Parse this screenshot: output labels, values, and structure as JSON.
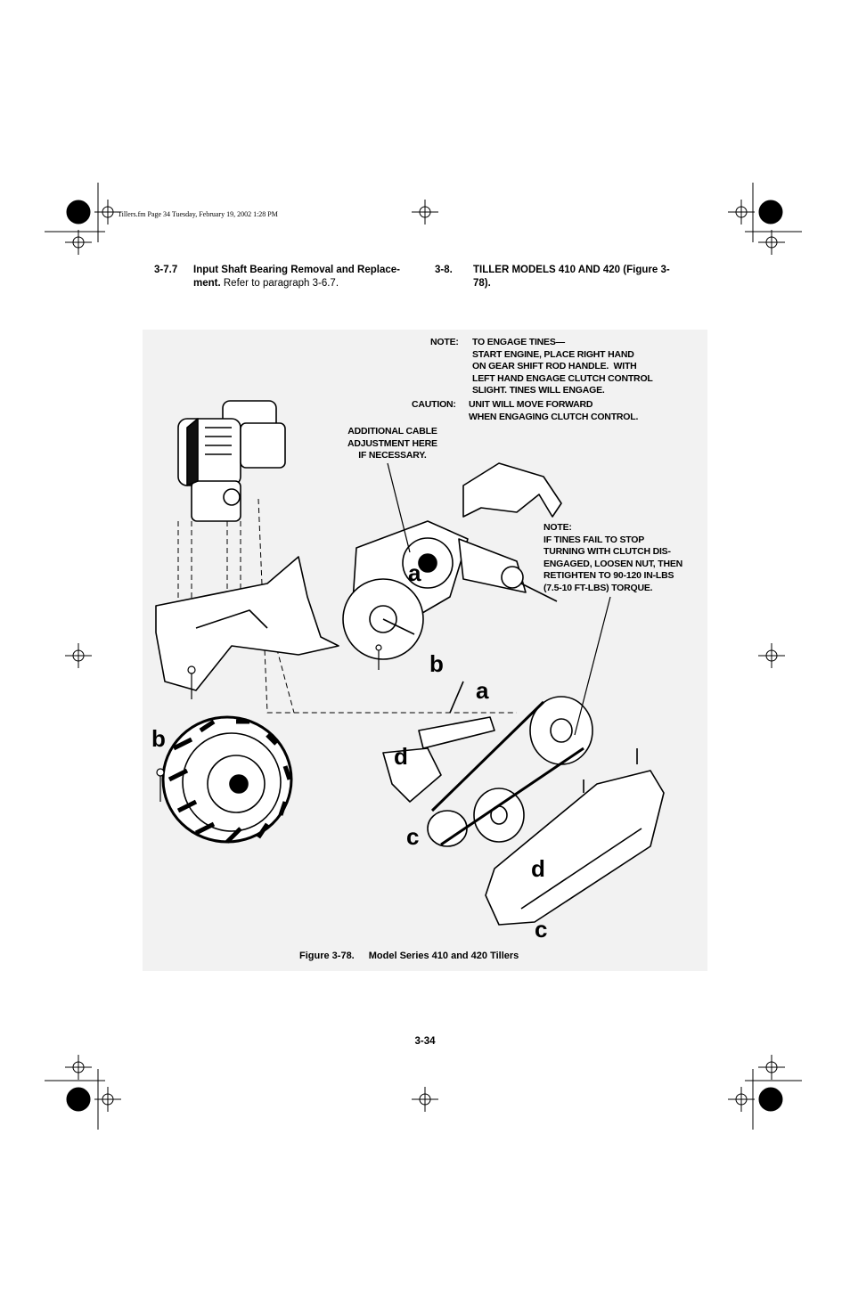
{
  "print_header": "Tillers.fm  Page 34  Tuesday, February 19, 2002  1:28 PM",
  "left_section": {
    "number": "3-7.7",
    "title_line1": "Input Shaft Bearing Removal and Replace-",
    "title_line2": "ment.",
    "body": "Refer to paragraph 3-6.7."
  },
  "right_section": {
    "number": "3-8.",
    "title_line1": "TILLER MODELS 410 AND 420 (Figure 3-",
    "title_line2": "78)."
  },
  "figure": {
    "note_label": "NOTE:",
    "note_lines": [
      "TO ENGAGE TINES—",
      "START ENGINE, PLACE RIGHT HAND",
      "ON GEAR SHIFT ROD HANDLE.  WITH",
      "LEFT HAND ENGAGE CLUTCH CONTROL",
      "SLIGHT. TINES WILL ENGAGE."
    ],
    "caution_label": "CAUTION:",
    "caution_lines": [
      "UNIT WILL MOVE FORWARD",
      "WHEN ENGAGING CLUTCH CONTROL."
    ],
    "cable_note_lines": [
      "ADDITIONAL CABLE",
      "ADJUSTMENT HERE",
      "IF NECESSARY."
    ],
    "tines_note_lines": [
      "NOTE:",
      "IF TINES FAIL TO STOP",
      "TURNING WITH CLUTCH DIS-",
      "ENGAGED, LOOSEN NUT, THEN",
      "RETIGHTEN TO 90-120 IN-LBS",
      "(7.5-10 FT-LBS) TORQUE."
    ],
    "callouts": {
      "a1": "a",
      "b1": "b",
      "a2": "a",
      "b2": "b",
      "d1": "d",
      "c1": "c",
      "d2": "d",
      "c2": "c"
    },
    "caption_number": "Figure 3-78.",
    "caption_title": "Model Series 410 and 420 Tillers"
  },
  "page_number": "3-34"
}
